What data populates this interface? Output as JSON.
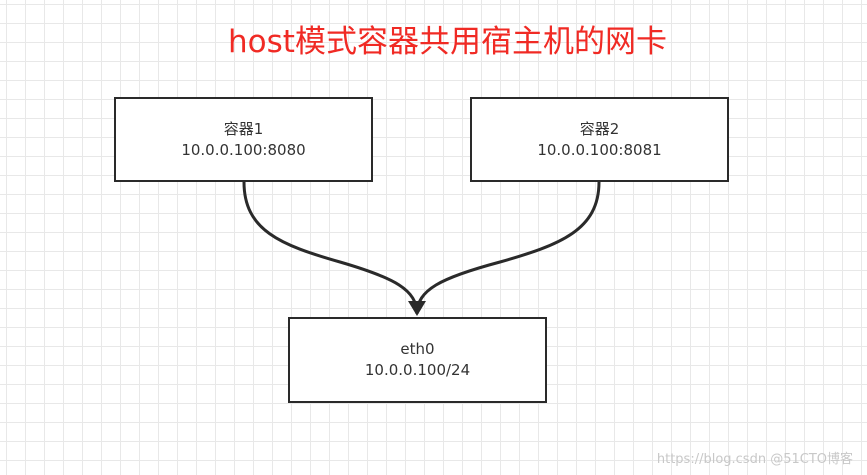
{
  "title": "host模式容器共用宿主机的网卡",
  "nodes": {
    "container_1": {
      "name": "容器1",
      "address": "10.0.0.100:8080"
    },
    "container_2": {
      "name": "容器2",
      "address": "10.0.0.100:8081"
    },
    "nic": {
      "name": "eth0",
      "address": "10.0.0.100/24"
    }
  },
  "watermark": "https://blog.csdn @51CTO博客",
  "colors": {
    "title": "#f02a24",
    "border": "#2a2a2a",
    "grid": "#e8e8e8"
  }
}
